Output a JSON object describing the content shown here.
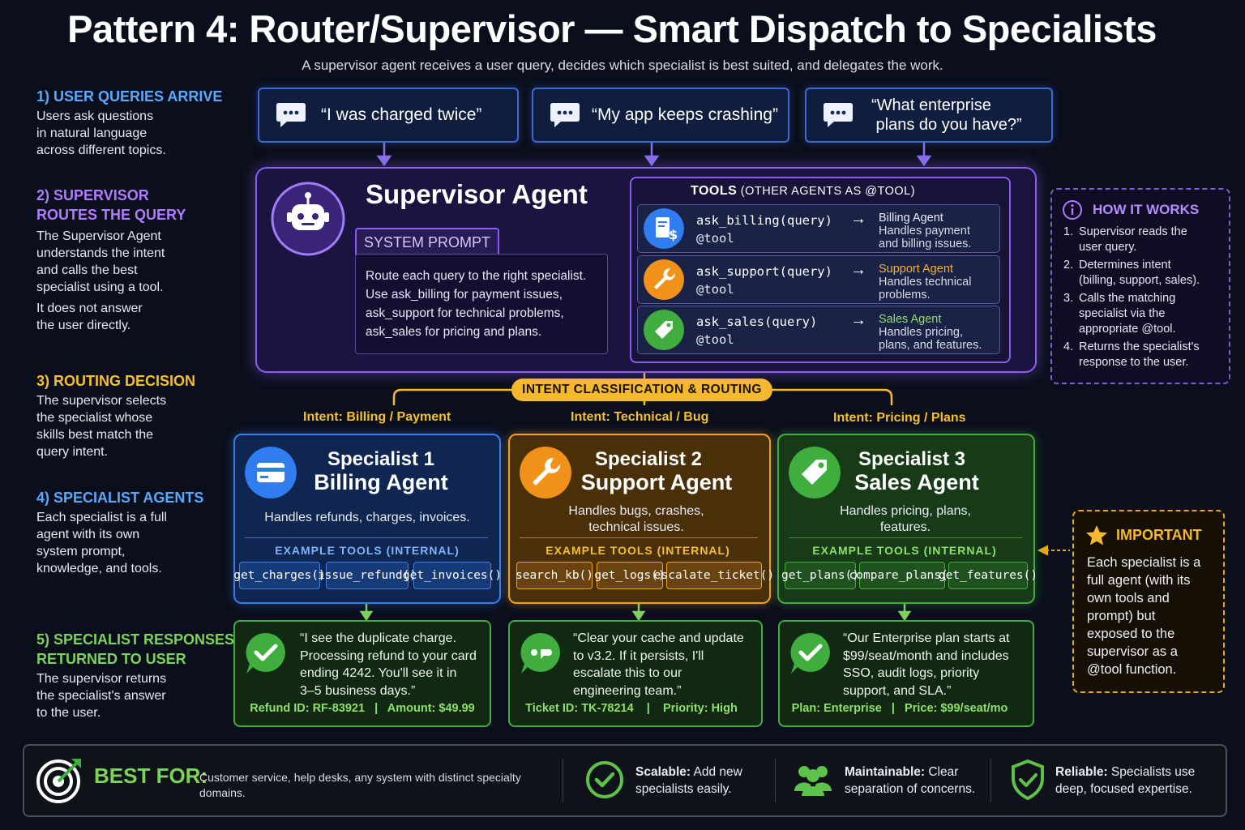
{
  "title": "Pattern 4: Router/Supervisor — Smart Dispatch to Specialists",
  "subtitle": "A supervisor agent receives a user query, decides which specialist is best suited, and delegates the work.",
  "steps": [
    {
      "heading": [
        "1) USER QUERIES ARRIVE"
      ],
      "body": [
        "Users ask questions",
        "in natural language",
        "across different topics."
      ]
    },
    {
      "heading": [
        "2) SUPERVISOR",
        "ROUTES THE QUERY"
      ],
      "body": [
        "The Supervisor Agent",
        "understands the intent",
        "and calls the best",
        "specialist using a tool."
      ],
      "extra": [
        "It does not answer",
        "the user directly."
      ]
    },
    {
      "heading": [
        "3) ROUTING DECISION"
      ],
      "body": [
        "The supervisor selects",
        "the specialist whose",
        "skills best match the",
        "query intent."
      ]
    },
    {
      "heading": [
        "4) SPECIALIST AGENTS"
      ],
      "body": [
        "Each specialist is a full",
        "agent with its own",
        "system prompt,",
        "knowledge, and tools."
      ]
    },
    {
      "heading": [
        "5) SPECIALIST RESPONSES",
        "RETURNED TO USER"
      ],
      "body": [
        "The supervisor returns",
        "the specialist's answer",
        "to the user."
      ]
    }
  ],
  "queries": [
    {
      "lines": [
        "“I was charged twice”"
      ]
    },
    {
      "lines": [
        "“My app keeps crashing”"
      ]
    },
    {
      "lines": [
        "“What enterprise",
        " plans do you have?”"
      ]
    }
  ],
  "supervisor": {
    "title": "Supervisor Agent",
    "system_prompt_label": "SYSTEM PROMPT",
    "system_prompt": [
      {
        "pre": "Route each query to the right specialist.",
        "code": "",
        "post": ""
      },
      {
        "pre": "Use ",
        "code": "ask_billing",
        "post": " for payment issues,"
      },
      {
        "pre": "",
        "code": "ask_support",
        "post": " for technical problems,"
      },
      {
        "pre": "",
        "code": "ask_sales",
        "post": " for pricing and plans."
      }
    ],
    "tools_title": "TOOLS",
    "tools_subtitle": "(OTHER AGENTS AS @TOOL)",
    "tools": [
      {
        "fn": "ask_billing(query)",
        "tag": "@tool",
        "arrow": "→",
        "agent": "Billing Agent",
        "desc": [
          "Handles payment",
          "and billing issues."
        ]
      },
      {
        "fn": "ask_support(query)",
        "tag": "@tool",
        "arrow": "→",
        "agent": "Support Agent",
        "desc": [
          "Handles technical",
          "problems."
        ]
      },
      {
        "fn": "ask_sales(query)",
        "tag": "@tool",
        "arrow": "→",
        "agent": "Sales Agent",
        "desc": [
          "Handles pricing,",
          "plans, and features."
        ]
      }
    ]
  },
  "how_it_works": {
    "title": "HOW IT WORKS",
    "items": [
      {
        "num": "1.",
        "lines": [
          "Supervisor reads the",
          "user query."
        ]
      },
      {
        "num": "2.",
        "lines": [
          "Determines intent",
          "(billing, support, sales)."
        ]
      },
      {
        "num": "3.",
        "lines": [
          "Calls the matching",
          "specialist via the",
          "appropriate @tool."
        ]
      },
      {
        "num": "4.",
        "lines": [
          "Returns the specialist's",
          "response to the user."
        ]
      }
    ]
  },
  "routing": {
    "label": "INTENT CLASSIFICATION & ROUTING",
    "intents": [
      "Intent: Billing / Payment",
      "Intent: Technical / Bug",
      "Intent: Pricing / Plans"
    ]
  },
  "specialists": [
    {
      "line1": "Specialist 1",
      "line2": "Billing Agent",
      "desc": [
        "Handles refunds, charges, invoices."
      ],
      "example_label": "EXAMPLE TOOLS (INTERNAL)",
      "tools": [
        "get_charges()",
        "issue_refund()",
        "get_invoices()"
      ]
    },
    {
      "line1": "Specialist 2",
      "line2": "Support Agent",
      "desc": [
        "Handles bugs, crashes,",
        "technical issues."
      ],
      "example_label": "EXAMPLE TOOLS (INTERNAL)",
      "tools": [
        "search_kb()",
        "get_logs()",
        "escalate_ticket()"
      ]
    },
    {
      "line1": "Specialist 3",
      "line2": "Sales Agent",
      "desc": [
        "Handles pricing, plans,",
        "features."
      ],
      "example_label": "EXAMPLE TOOLS (INTERNAL)",
      "tools": [
        "get_plans()",
        "compare_plans()",
        "get_features()"
      ]
    }
  ],
  "responses": [
    {
      "lines": [
        "“I see the duplicate charge.",
        "Processing refund to your card",
        "ending 4242. You'll see it in",
        "3–5 business days.”"
      ],
      "footer": "Refund ID: RF-83921   |   Amount: $49.99"
    },
    {
      "lines": [
        "“Clear your cache and update",
        "to v3.2. If it persists, I'll",
        "escalate this to our",
        "engineering team.”"
      ],
      "footer": "Ticket ID: TK-78214    |    Priority: High"
    },
    {
      "lines": [
        "“Our Enterprise plan starts at",
        "$99/seat/month and includes",
        "SSO, audit logs, priority",
        "support, and SLA.”"
      ],
      "footer": "Plan: Enterprise   |   Price: $99/seat/mo"
    }
  ],
  "important": {
    "title": "IMPORTANT",
    "lines": [
      "Each specialist is a",
      "full agent (with its",
      "own tools and",
      "prompt) but",
      "exposed to the",
      "supervisor as a",
      "@tool function."
    ]
  },
  "best_for": {
    "label": "BEST FOR:",
    "text": [
      "Customer service, help desks, any system with distinct specialty",
      "domains."
    ],
    "benefits": [
      {
        "bold": "Scalable:",
        "rest": " Add new",
        "line2": "specialists easily."
      },
      {
        "bold": "Maintainable:",
        "rest": " Clear",
        "line2": "separation of concerns."
      },
      {
        "bold": "Reliable:",
        "rest": " Specialists use",
        "line2": "deep, focused expertise."
      }
    ]
  },
  "colors": {
    "billing": "#2f7df0",
    "support": "#f0921a",
    "sales": "#3fae3f",
    "supervisor": "#8b5cf6",
    "routing": "#f5b82e"
  }
}
